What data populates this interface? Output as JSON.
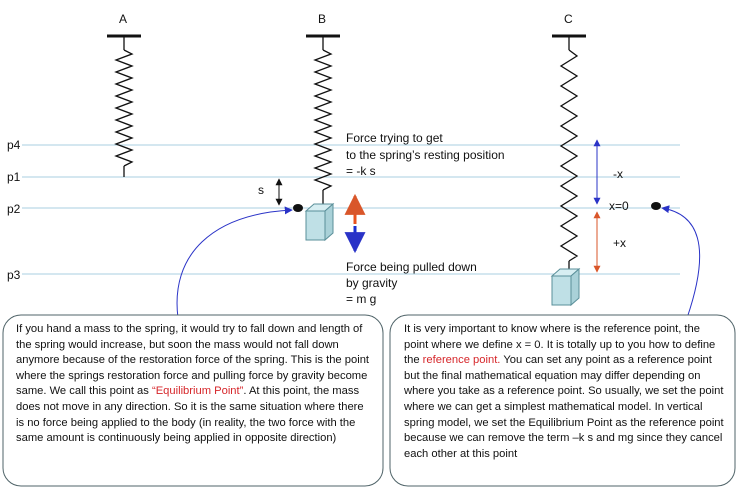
{
  "springs": {
    "A": "A",
    "B": "B",
    "C": "C"
  },
  "levels": {
    "p4": "p4",
    "p1": "p1",
    "p2": "p2",
    "p3": "p3"
  },
  "labels": {
    "s": "s",
    "minus_x": "-x",
    "x0": "x=0",
    "plus_x": "+x",
    "force_up_1": "Force trying to get",
    "force_up_2": "to the spring’s resting position",
    "force_up_3": "= -k s",
    "force_down_1": "Force being pulled down",
    "force_down_2": "by gravity",
    "force_down_3": "= m g"
  },
  "callout_left": {
    "part1": "If you hand a mass to the spring, it would try to fall down and length of the spring would increase, but soon the mass would not fall down anymore because of the restoration force of the spring. This is the point where the springs restoration force and pulling force by gravity become same. We call this point as ",
    "highlight": "“Equilibrium Point”",
    "part2": ". At this point, the mass does not move in any direction. So it is the same situation where there is no force being applied to the body (in reality, the two force with the same amount is continuously being applied in opposite direction)"
  },
  "callout_right": {
    "part1": "It is very important to know where is the reference point, the point where we define x = 0. It is totally up to you how to define the ",
    "highlight": "reference point.",
    "part2": " You can set any point as a reference point but the final mathematical equation may differ depending on where you take as a reference point. So usually, we set the point where we can get a simplest mathematical model. In vertical spring model, we set the Equilibrium Point as the reference point because we can remove the term –k s and mg since they cancel each other at this point"
  },
  "colors": {
    "level_line": "#a8cfe0",
    "mass_face": "#bfe0e6",
    "mass_edge": "#5a8f99",
    "arrow_up": "#e8531f",
    "arrow_down": "#1a2fd1",
    "dim_minus": "#2a33c7",
    "dim_plus": "#d9562a",
    "callout_curve": "#2a33c7",
    "callout_border": "#4f6368",
    "highlight_text": "#d6262a"
  },
  "icons": {
    "mass_block": "cube-icon",
    "equilibrium_dot": "dot-icon"
  }
}
